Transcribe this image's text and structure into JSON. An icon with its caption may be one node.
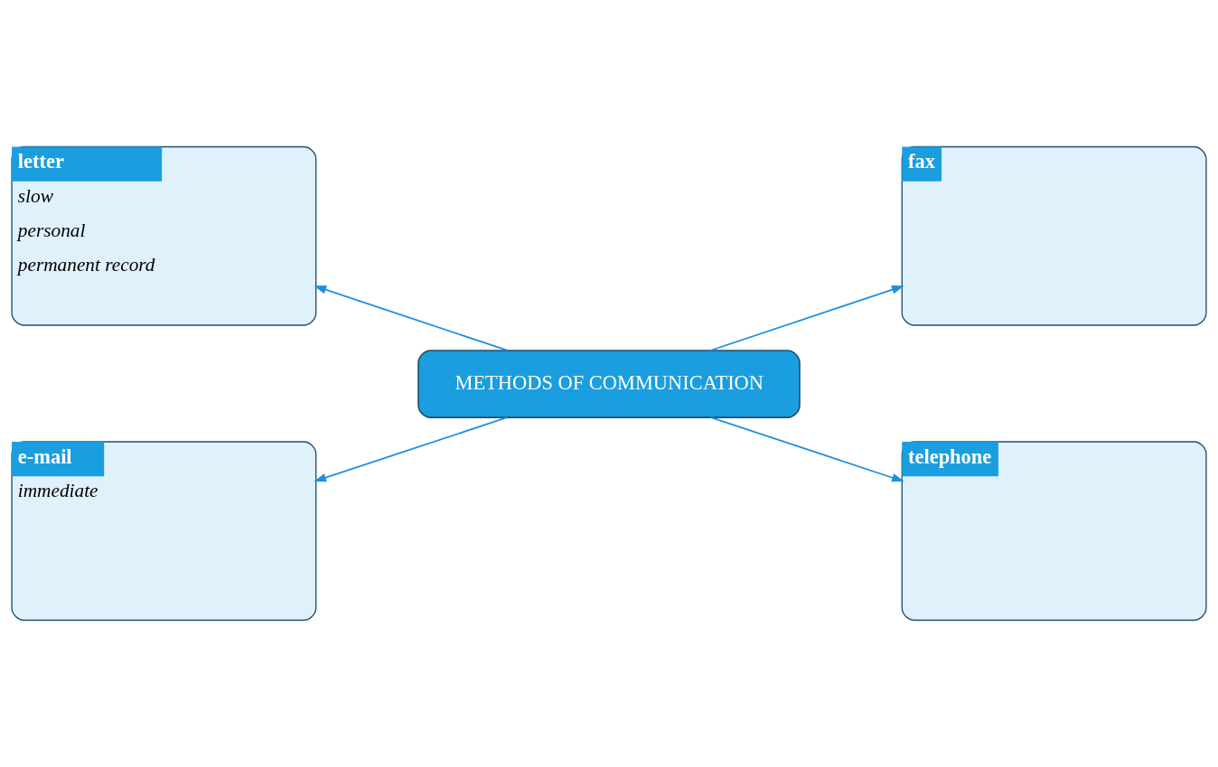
{
  "diagram": {
    "nodes": [
      {
        "text": [
          "letter",
          "slow",
          "personal",
          "permanent record"
        ]
      },
      {
        "text": [
          "fax"
        ]
      },
      {
        "text": [
          "METHODS OF COMMUNICATION"
        ]
      },
      {
        "text": [
          "e-mail",
          "immediate"
        ]
      },
      {
        "text": [
          "telephone"
        ]
      }
    ],
    "edges": [
      {
        "from": 2,
        "to": 0,
        "arrow": "to"
      },
      {
        "from": 2,
        "to": 1,
        "arrow": "to"
      },
      {
        "from": 2,
        "to": 3,
        "arrow": "to"
      },
      {
        "from": 2,
        "to": 4,
        "arrow": "to"
      }
    ]
  }
}
